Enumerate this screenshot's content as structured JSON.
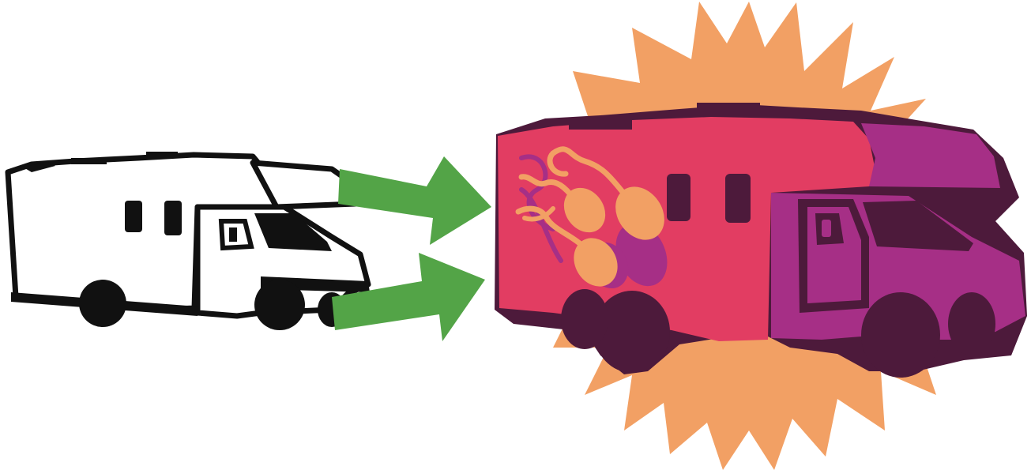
{
  "scene": {
    "background_color": "#ffffff",
    "left_rv": {
      "icon": "rv-silhouette-icon",
      "body_color": "#ffffff",
      "outline_color": "#111111",
      "state": "plain"
    },
    "arrows": {
      "icon": "arrow-right-icon",
      "color": "#53a447",
      "count": 2
    },
    "right_rv": {
      "icon": "rv-decorated-icon",
      "body_color": "#e23d62",
      "cab_color": "#a62f86",
      "shadow_color": "#4d1a3b",
      "state": "transformed"
    },
    "starburst": {
      "icon": "starburst-icon",
      "color": "#f2a064"
    },
    "decoration": {
      "icon": "sperm-cells-icon",
      "color": "#f2a064",
      "shadow_color": "#a62f86"
    }
  }
}
